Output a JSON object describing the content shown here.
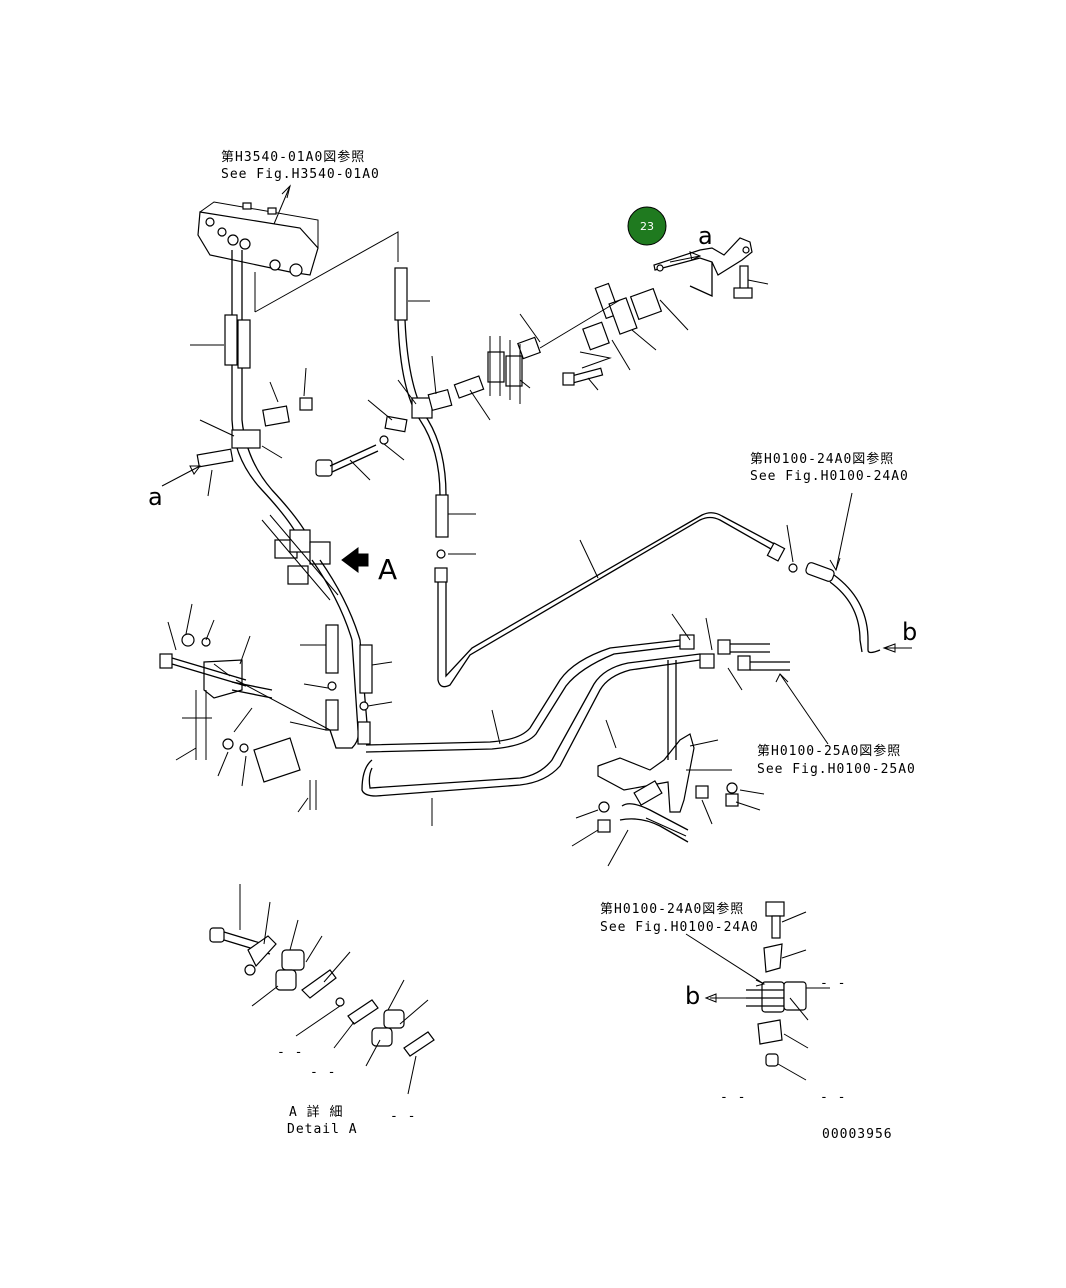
{
  "refs": {
    "h3540": {
      "jp": "第H3540-01A0図参照",
      "en": "See Fig.H3540-01A0"
    },
    "h0100_24_top": {
      "jp": "第H0100-24A0図参照",
      "en": "See Fig.H0100-24A0"
    },
    "h0100_25": {
      "jp": "第H0100-25A0図参照",
      "en": "See Fig.H0100-25A0"
    },
    "h0100_24_bottom": {
      "jp": "第H0100-24A0図参照",
      "en": "See Fig.H0100-24A0"
    }
  },
  "markers": {
    "a_top": "a",
    "a_left": "a",
    "b_right": "b",
    "b_bottom": "b",
    "view_A": "A"
  },
  "detail": {
    "jp": "A 詳 細",
    "en": "Detail A"
  },
  "badge": {
    "number": "23",
    "color": "#1f7a1f"
  },
  "drawing_number": "00003956",
  "dashes": [
    "- -",
    "- -",
    "- -",
    "- -",
    "- -",
    "- -"
  ]
}
